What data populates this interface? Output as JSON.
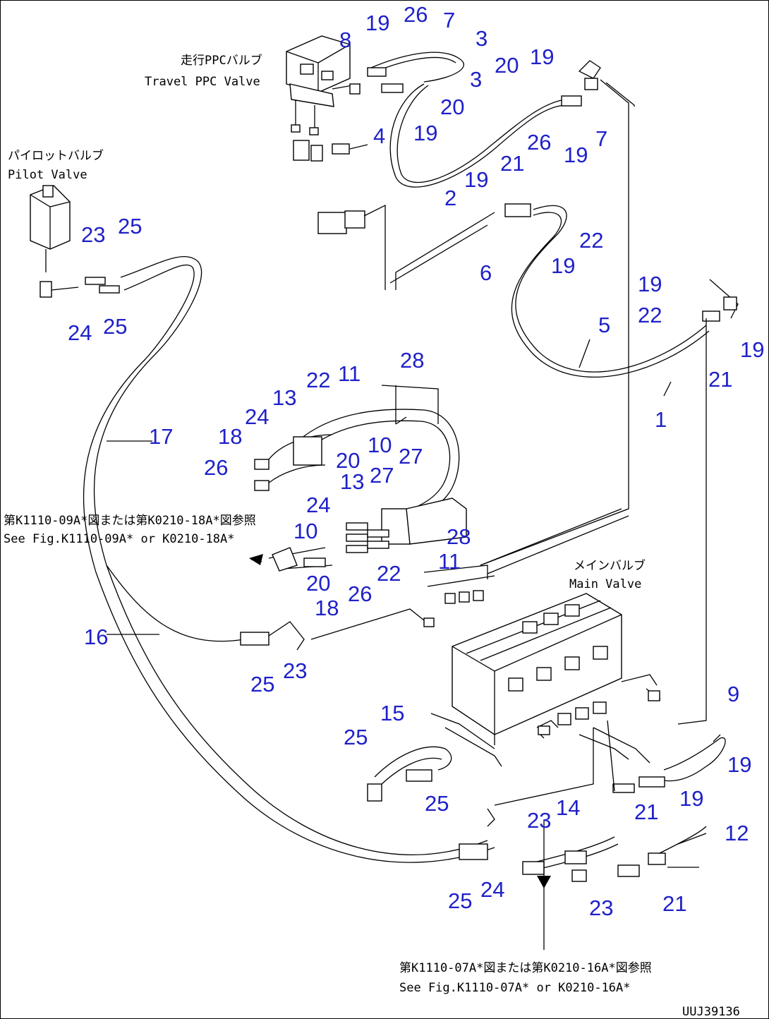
{
  "captions": {
    "travel_ppc_valve_jp": "走行PPCバルブ",
    "travel_ppc_valve_en": "Travel PPC Valve",
    "pilot_valve_jp": "パイロットバルブ",
    "pilot_valve_en": "Pilot Valve",
    "main_valve_jp": "メインバルブ",
    "main_valve_en": "Main Valve",
    "ref_mid_jp": "第K1110-09A*図または第K0210-18A*図参照",
    "ref_mid_en": "See Fig.K1110-09A* or K0210-18A*",
    "ref_bottom_jp": "第K1110-07A*図または第K0210-16A*図参照",
    "ref_bottom_en": "See Fig.K1110-07A* or K0210-16A*",
    "drawing_number": "UUJ39136"
  },
  "part_numbers": [
    "19",
    "26",
    "7",
    "8",
    "3",
    "20",
    "19",
    "3",
    "20",
    "4",
    "19",
    "26",
    "19",
    "7",
    "21",
    "19",
    "2",
    "22",
    "19",
    "6",
    "23",
    "25",
    "24",
    "25",
    "19",
    "22",
    "5",
    "19",
    "21",
    "1",
    "17",
    "28",
    "22",
    "11",
    "13",
    "24",
    "18",
    "10",
    "26",
    "20",
    "27",
    "13",
    "27",
    "24",
    "10",
    "28",
    "11",
    "20",
    "18",
    "26",
    "22",
    "16",
    "25",
    "23",
    "9",
    "15",
    "25",
    "19",
    "25",
    "19",
    "21",
    "14",
    "23",
    "12",
    "21",
    "24",
    "25",
    "23"
  ]
}
